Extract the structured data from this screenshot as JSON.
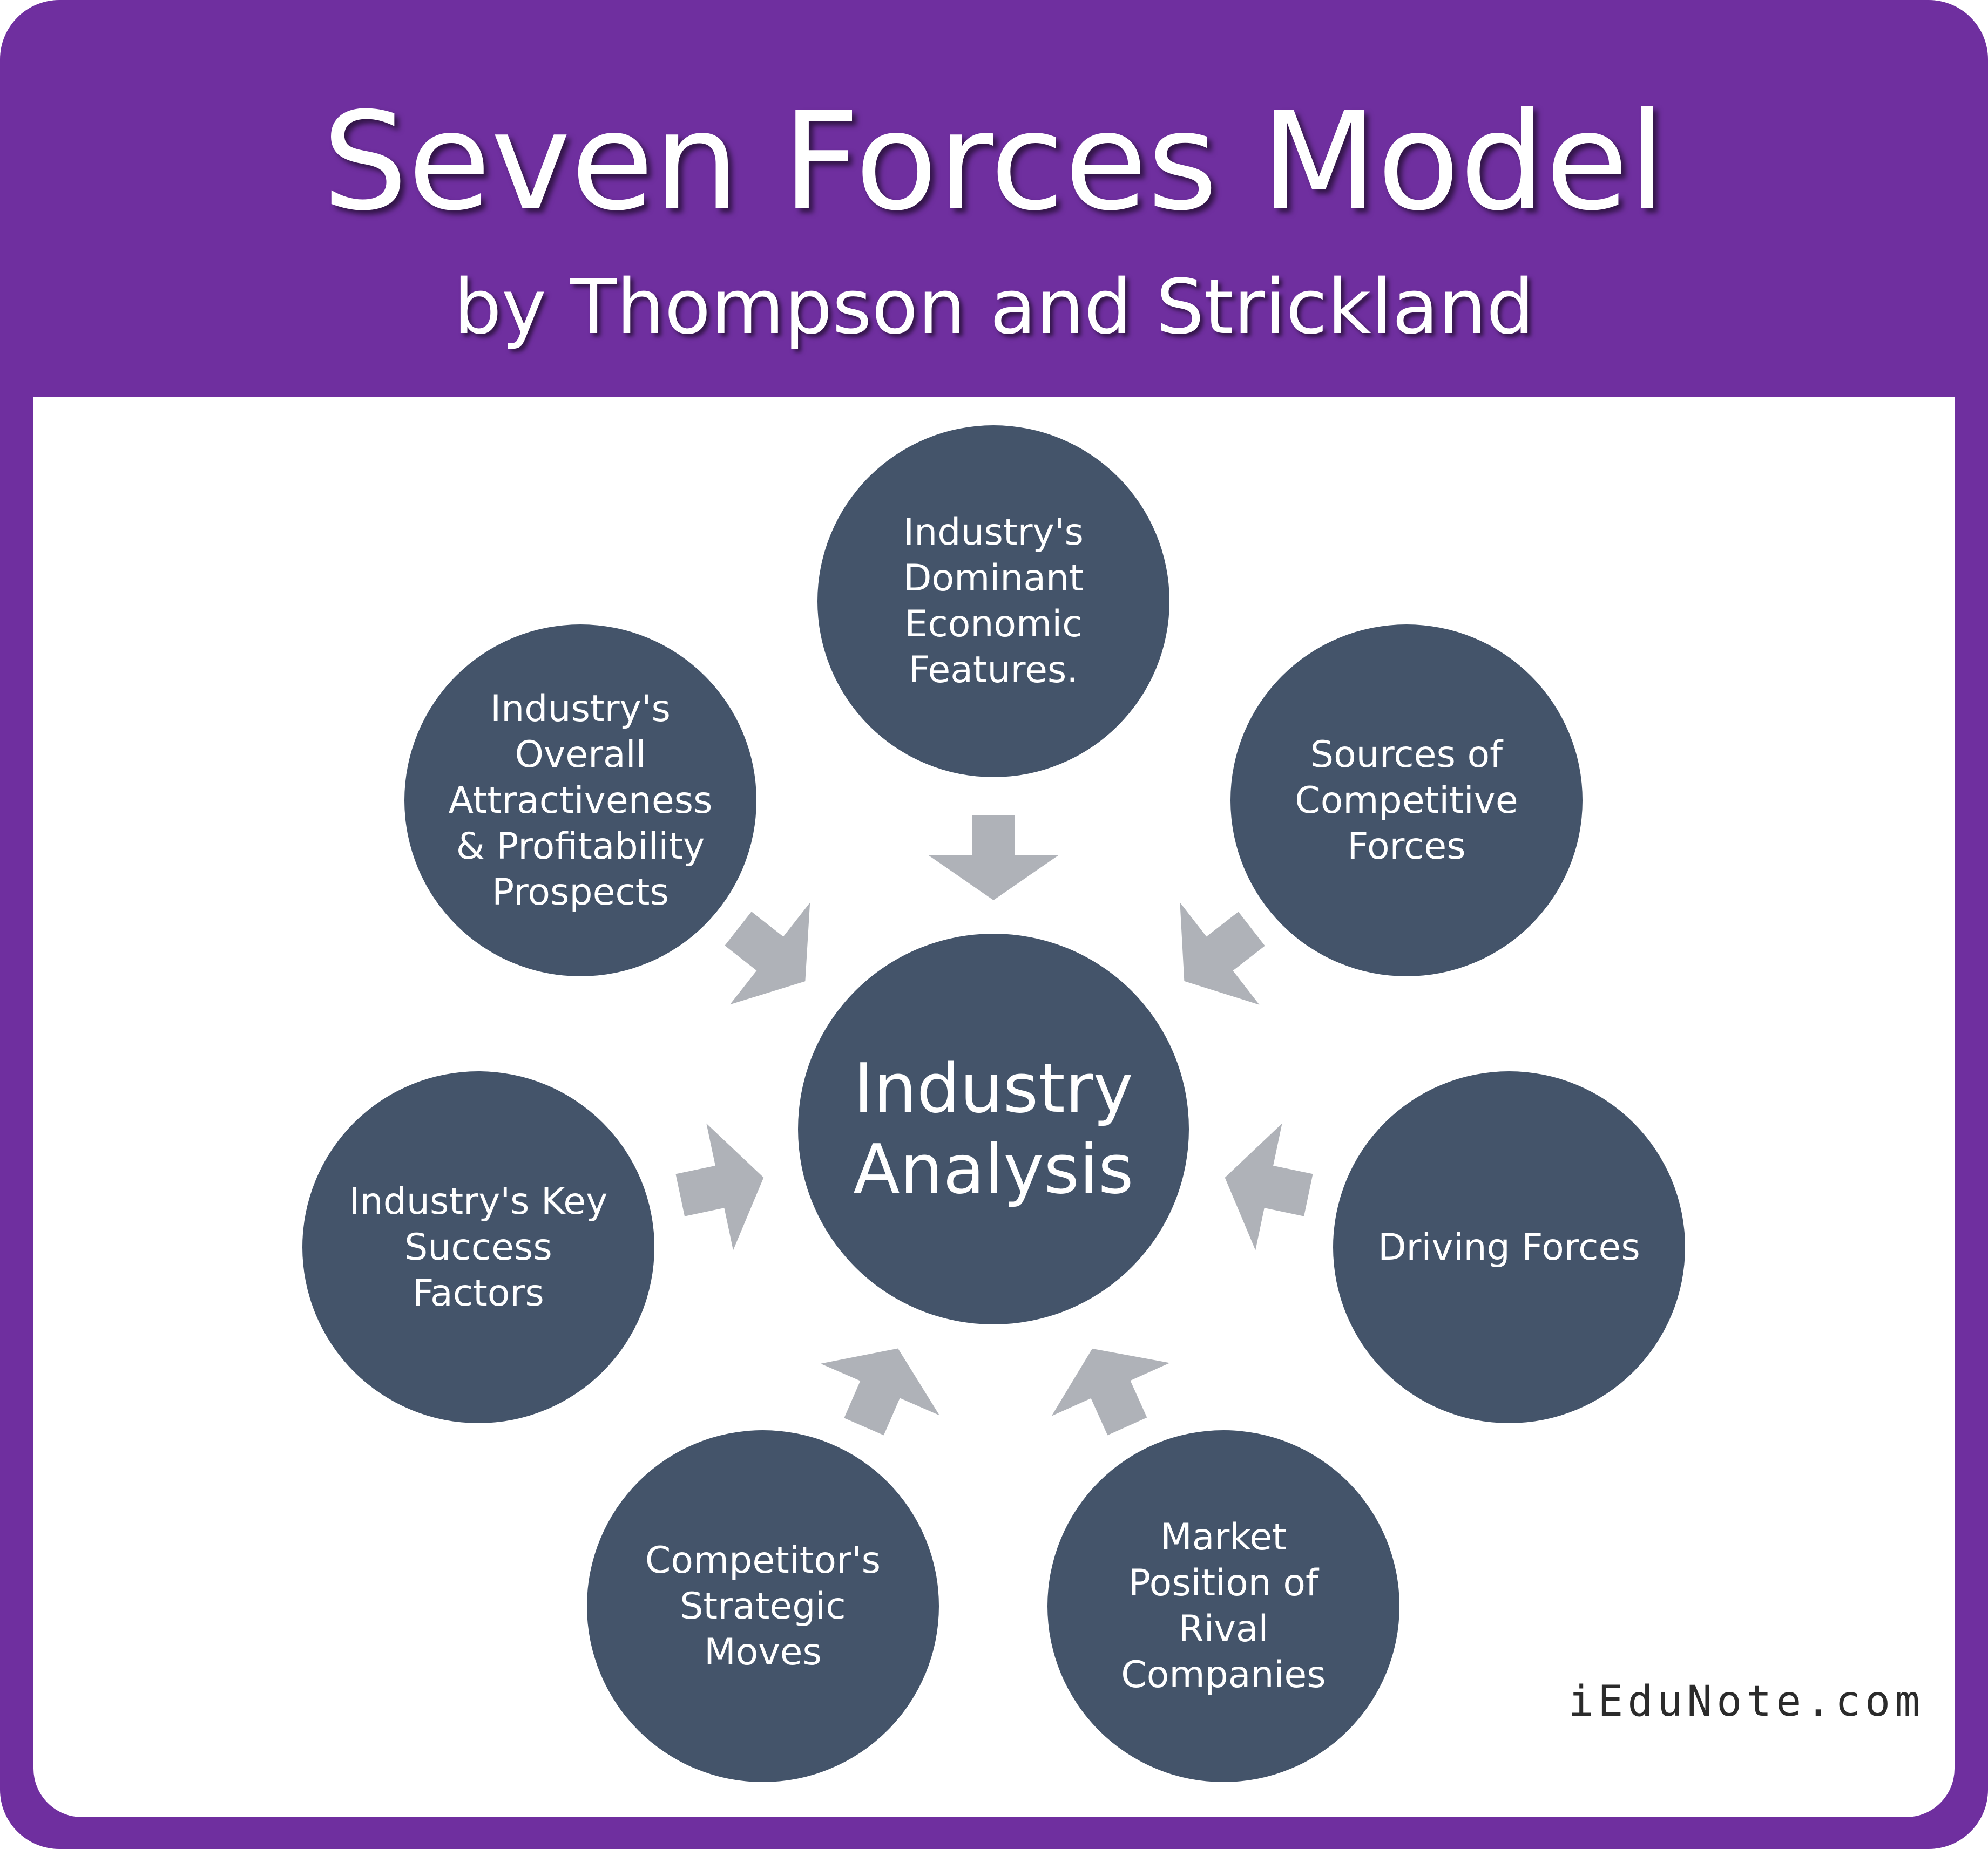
{
  "header": {
    "title": "Seven Forces Model",
    "subtitle": "by Thompson and Strickland"
  },
  "center": {
    "label": "Industry\nAnalysis"
  },
  "forces": [
    {
      "id": "dominant-economic-features",
      "label": "Industry's\nDominant\nEconomic\nFeatures."
    },
    {
      "id": "sources-of-competitive-forces",
      "label": "Sources of\nCompetitive\nForces"
    },
    {
      "id": "driving-forces",
      "label": "Driving Forces"
    },
    {
      "id": "market-position-rival-companies",
      "label": "Market\nPosition of\nRival\nCompanies"
    },
    {
      "id": "competitors-strategic-moves",
      "label": "Competitor's\nStrategic\nMoves"
    },
    {
      "id": "key-success-factors",
      "label": "Industry's Key\nSuccess\nFactors"
    },
    {
      "id": "overall-attractiveness",
      "label": "Industry's\nOverall\nAttractiveness\n& Profitability\nProspects"
    }
  ],
  "watermark": "iEduNote.com",
  "colors": {
    "frame": "#6f2f9f",
    "circle": "#44546a",
    "arrow": "#afb2b8",
    "text_on_circle": "#ffffff"
  }
}
